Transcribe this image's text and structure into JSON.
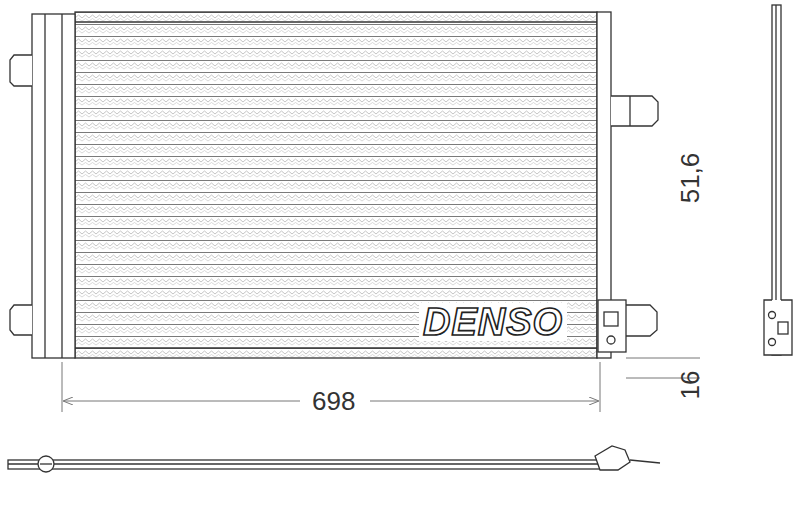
{
  "diagram": {
    "labels": [
      "51,6",
      "698",
      "16",
      "DENSO"
    ]
  }
}
